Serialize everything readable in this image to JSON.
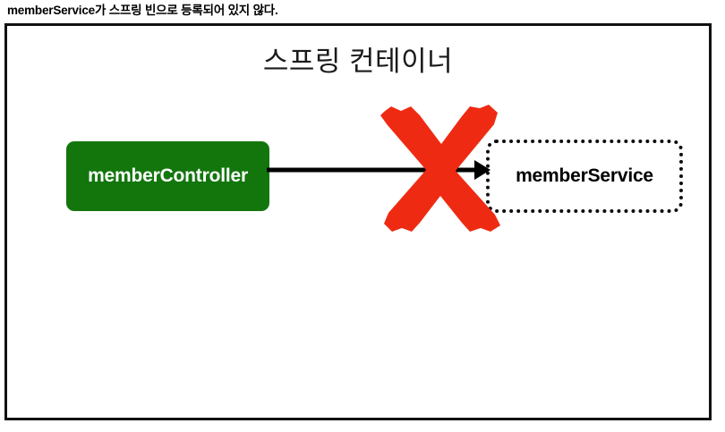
{
  "caption": {
    "text": "memberService가 스프링 빈으로 등록되어 있지 않다."
  },
  "diagram": {
    "container_title": "스프링 컨테이너",
    "nodes": [
      {
        "id": "member-controller",
        "label": "memberController",
        "style": "filled-green",
        "state": "registered"
      },
      {
        "id": "member-service",
        "label": "memberService",
        "style": "dotted-outline",
        "state": "not-registered"
      }
    ],
    "edge": {
      "from": "memberController",
      "to": "memberService",
      "direction": "right",
      "blocked": true
    },
    "annotation": {
      "mark": "red-x",
      "meaning": "dependency-injection-failed"
    }
  },
  "colors": {
    "bean_green": "#13760d",
    "error_red": "#ee2b12",
    "frame_border": "#111111",
    "text_dark": "#1a1a1a",
    "text_on_green": "#ffffff",
    "background": "#ffffff"
  }
}
